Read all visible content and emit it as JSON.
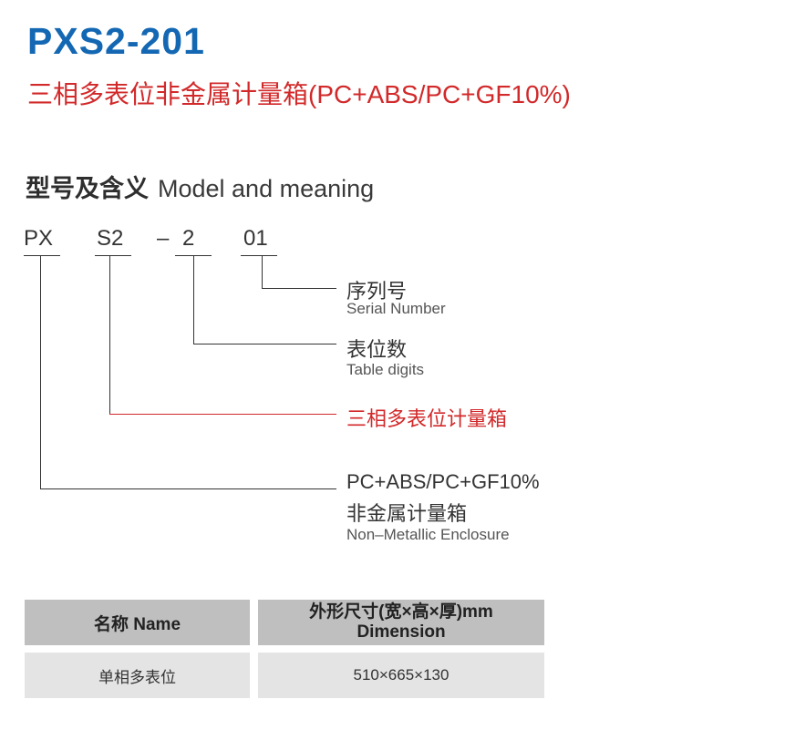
{
  "header": {
    "title": "PXS2-201",
    "subtitle": "三相多表位非金属计量箱(PC+ABS/PC+GF10%)"
  },
  "section": {
    "title_zh": "型号及含义",
    "title_en": "Model and meaning"
  },
  "model_code": {
    "p1": "PX",
    "p2": "S2",
    "dash": "–",
    "p3": "2",
    "p4": "01"
  },
  "meanings": [
    {
      "zh": "序列号",
      "en": "Serial Number"
    },
    {
      "zh": "表位数",
      "en": "Table digits"
    },
    {
      "zh": "三相多表位计量箱"
    },
    {
      "zh_line1": "PC+ABS/PC+GF10%",
      "zh_line2": "非金属计量箱",
      "en": "Non–Metallic Enclosure"
    }
  ],
  "table": {
    "header_name": "名称 Name",
    "header_dim_line1": "外形尺寸(宽×高×厚)mm",
    "header_dim_line2": "Dimension",
    "rows": [
      {
        "name": "单相多表位",
        "dimension": "510×665×130"
      }
    ]
  },
  "colors": {
    "title": "#1468b3",
    "accent_red": "#d2292a",
    "table_header_bg": "#bfbfbf",
    "table_row_bg": "#e4e4e4"
  }
}
